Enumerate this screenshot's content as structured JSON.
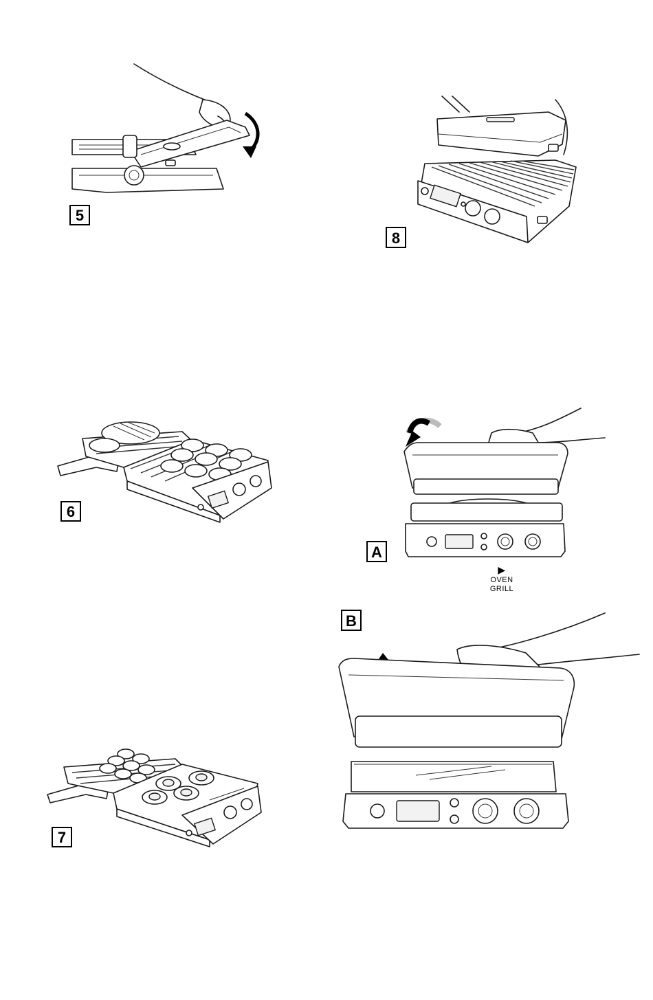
{
  "steps": {
    "s5": "5",
    "s6": "6",
    "s7": "7",
    "s8": "8",
    "sA": "A",
    "sB": "B"
  },
  "oven_button": {
    "arrow": "▶",
    "line1": "OVEN",
    "line2": "GRILL"
  }
}
